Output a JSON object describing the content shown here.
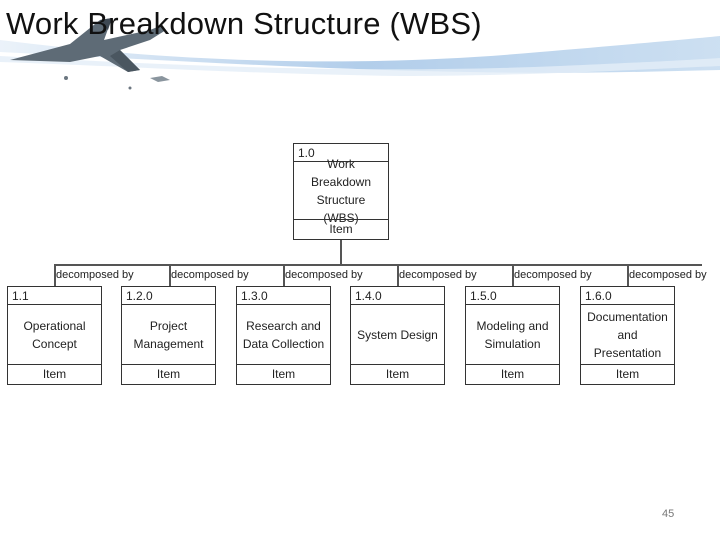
{
  "slide": {
    "title": "Work Breakdown Structure (WBS)",
    "page_number": "45"
  },
  "root": {
    "id": "1.0",
    "name_line1": "Work Breakdown",
    "name_line2": "Structure (WBS)",
    "type": "Item"
  },
  "relation_label": "decomposed by",
  "children": [
    {
      "id": "1.1",
      "name_line1": "Operational",
      "name_line2": "Concept",
      "type": "Item"
    },
    {
      "id": "1.2.0",
      "name_line1": "Project",
      "name_line2": "Management",
      "type": "Item"
    },
    {
      "id": "1.3.0",
      "name_line1": "Research and",
      "name_line2": "Data Collection",
      "type": "Item"
    },
    {
      "id": "1.4.0",
      "name_line1": "System Design",
      "name_line2": "",
      "type": "Item"
    },
    {
      "id": "1.5.0",
      "name_line1": "Modeling and",
      "name_line2": "Simulation",
      "type": "Item"
    },
    {
      "id": "1.6.0",
      "name_line1": "Documentation",
      "name_line2": "and Presentation",
      "type": "Item"
    }
  ],
  "colors": {
    "banner_blue": "#9fc3e6",
    "banner_light": "#dbe9f6",
    "line": "#555555"
  }
}
